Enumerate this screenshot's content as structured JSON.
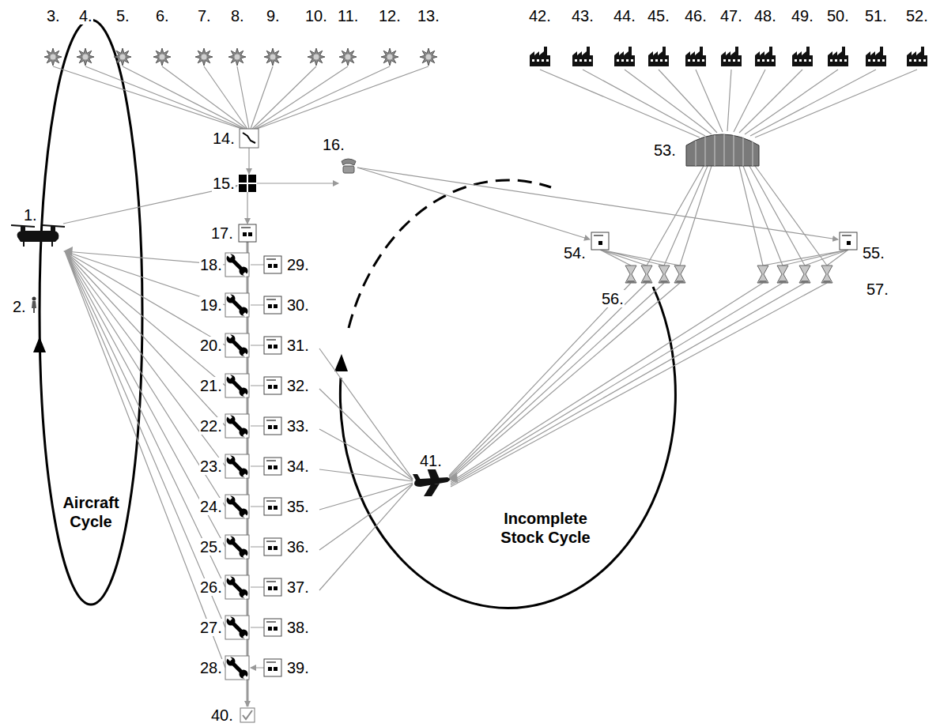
{
  "diagram": {
    "labels": [
      "1.",
      "2.",
      "3.",
      "4.",
      "5.",
      "6.",
      "7.",
      "8.",
      "9.",
      "10.",
      "11.",
      "12.",
      "13.",
      "14.",
      "15.",
      "16.",
      "17.",
      "18.",
      "19.",
      "20.",
      "21.",
      "22.",
      "23.",
      "24.",
      "25.",
      "26.",
      "27.",
      "28.",
      "29.",
      "30.",
      "31.",
      "32.",
      "33.",
      "34.",
      "35.",
      "36.",
      "37.",
      "38.",
      "39.",
      "40.",
      "41.",
      "42.",
      "43.",
      "44.",
      "45.",
      "46.",
      "47.",
      "48.",
      "49.",
      "50.",
      "51.",
      "52.",
      "53.",
      "54.",
      "55.",
      "56.",
      "57.",
      "Aircraft Cycle",
      "Incomplete Stock Cycle"
    ]
  }
}
